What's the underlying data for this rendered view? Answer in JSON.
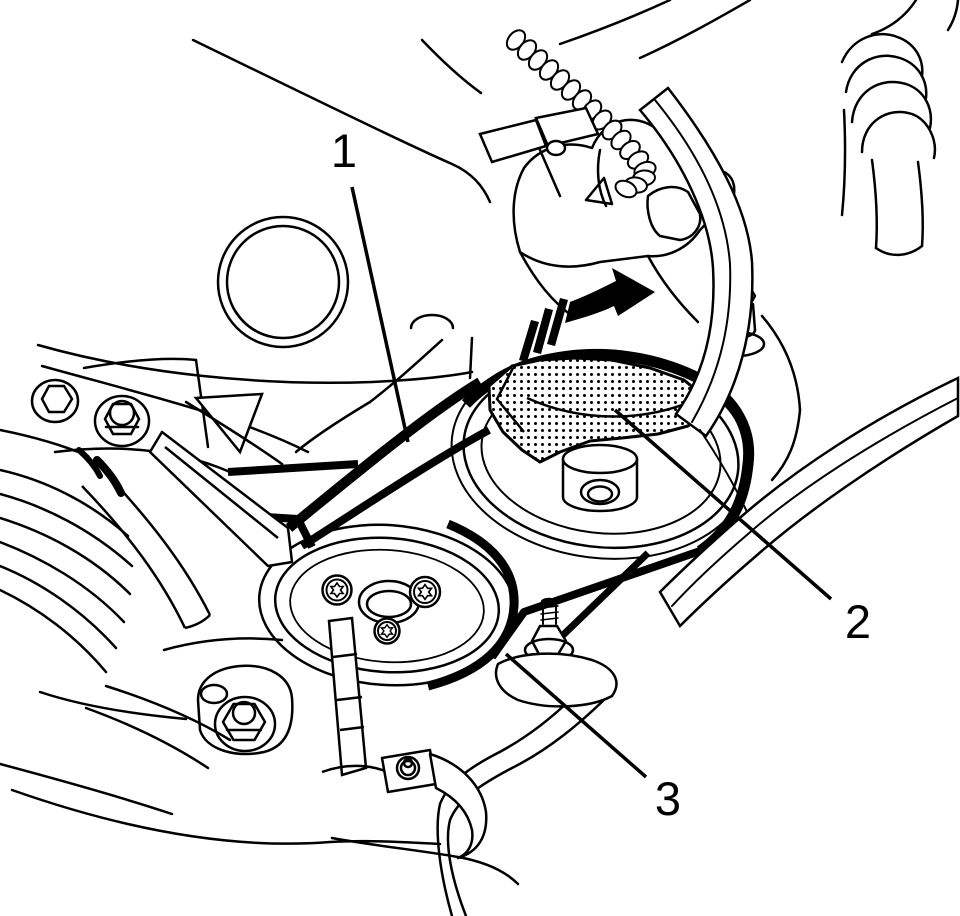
{
  "figure": {
    "type": "line-art-technical-illustration",
    "background_color": "#ffffff",
    "line_color": "#000000",
    "highlight_fill": "dotted-halftone",
    "callouts": [
      {
        "label": "1",
        "points_to": "drive-belt"
      },
      {
        "label": "2",
        "points_to": "belt-installation-tool"
      },
      {
        "label": "3",
        "points_to": "crankshaft-pulley-belt-groove"
      }
    ],
    "direction_arrow": {
      "direction": "right",
      "style": "solid-black-with-speed-lines"
    }
  }
}
